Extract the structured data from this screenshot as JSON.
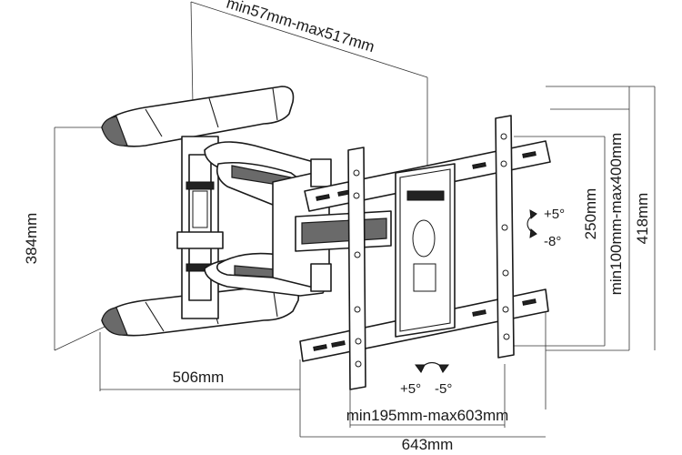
{
  "dimensions": {
    "arm_extension": "min57mm-max517mm",
    "wall_plate_height": "384mm",
    "wall_plate_width": "506mm",
    "vesa_min_height": "250mm",
    "vesa_height_range": "min100mm-max400mm",
    "bracket_total_height": "418mm",
    "vesa_width_range": "min195mm-max603mm",
    "bracket_total_width": "643mm"
  },
  "tilt": {
    "up": "+5°",
    "down": "-8°"
  },
  "swivel": {
    "left": "+5°",
    "right": "-5°"
  }
}
